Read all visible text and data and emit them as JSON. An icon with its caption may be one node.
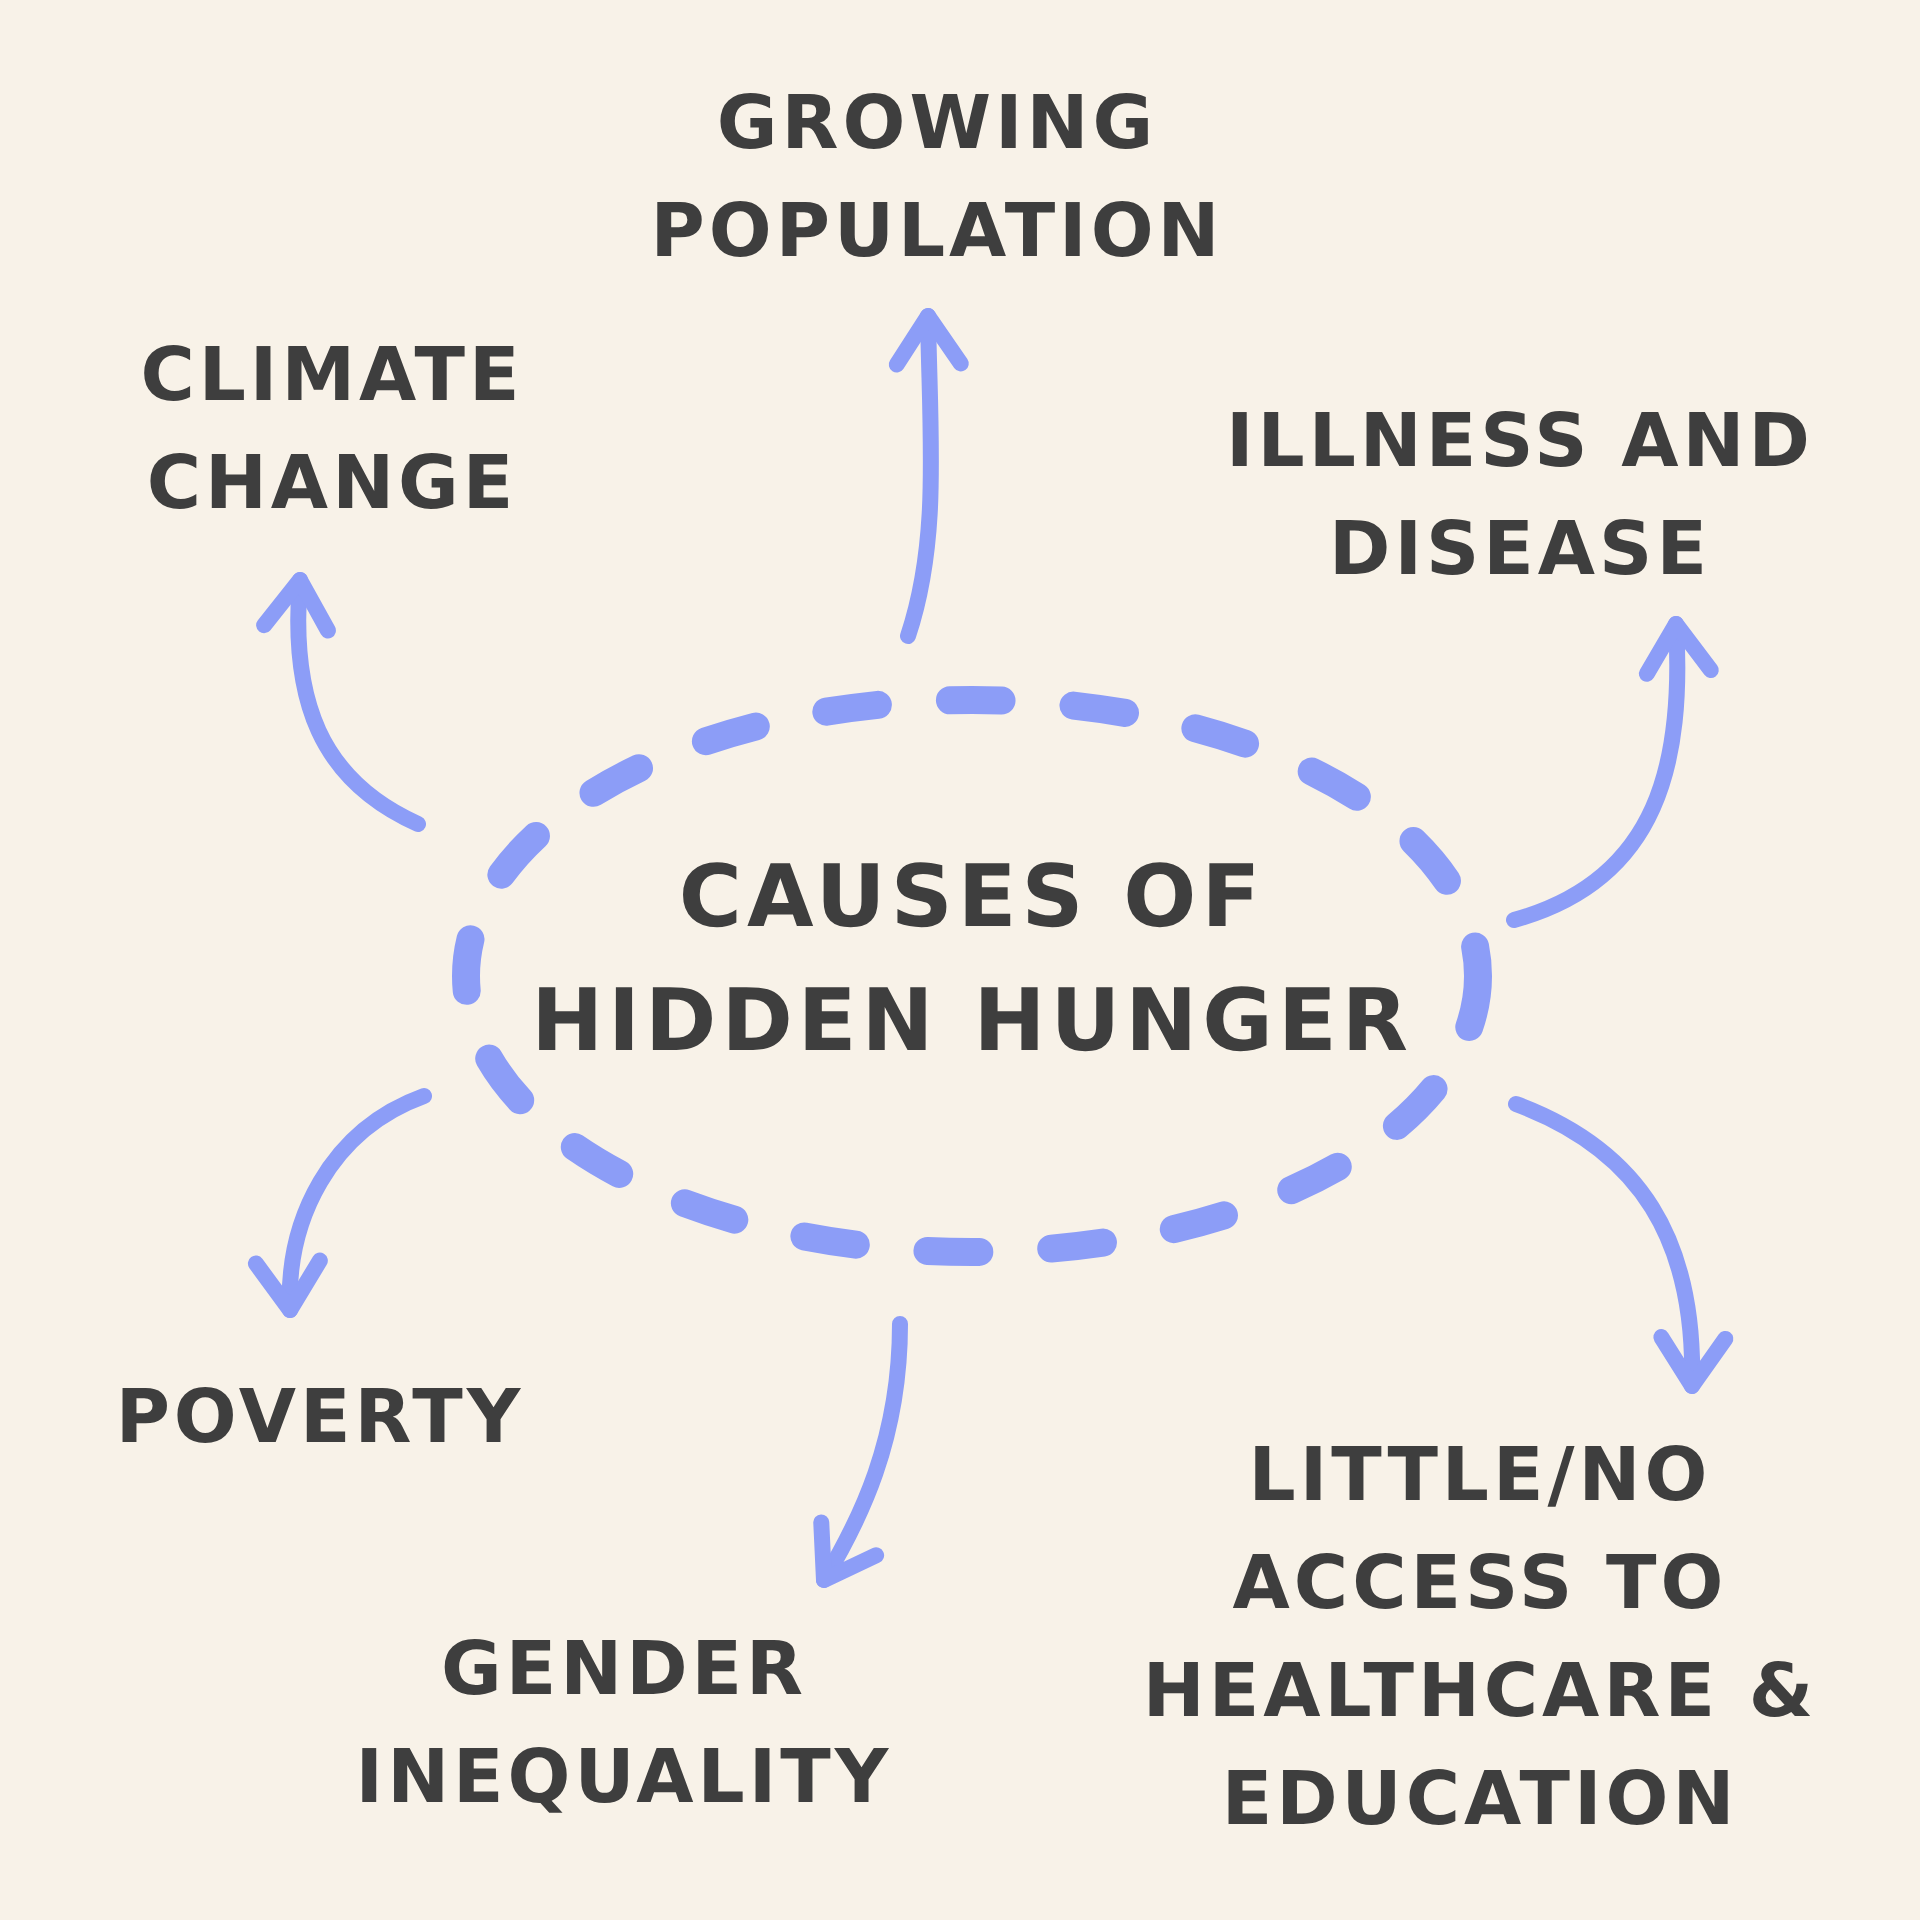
{
  "diagram": {
    "nodes": [
      {
        "text": [
          "GROWING POPULATION"
        ]
      },
      {
        "text": [
          "CLIMATE CHANGE"
        ]
      },
      {
        "text": [
          "ILLNESS AND DISEASE"
        ]
      },
      {
        "text": [
          "CAUSES OF HIDDEN HUNGER"
        ]
      },
      {
        "text": [
          "POVERTY"
        ]
      },
      {
        "text": [
          "LITTLE/NO ACCESS TO HEALTHCARE & EDUCATION"
        ]
      },
      {
        "text": [
          "GENDER INEQUALITY"
        ]
      }
    ],
    "edges": [
      {
        "from": 3,
        "to": 0,
        "arrow": "to"
      },
      {
        "from": 3,
        "to": 1,
        "arrow": "to"
      },
      {
        "from": 3,
        "to": 2,
        "arrow": "to"
      },
      {
        "from": 3,
        "to": 4,
        "arrow": "to"
      },
      {
        "from": 3,
        "to": 6,
        "arrow": "to"
      },
      {
        "from": 3,
        "to": 5,
        "arrow": "to"
      }
    ]
  }
}
